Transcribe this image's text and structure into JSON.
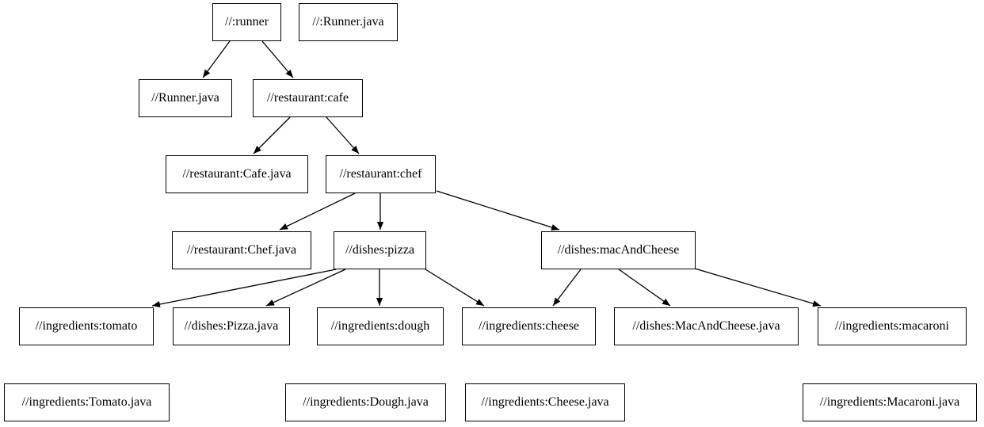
{
  "diagram": {
    "type": "dependency-graph",
    "background_color": "#ffffff",
    "node_fill_color": "#ffffff",
    "node_border_color": "#000000",
    "text_color": "#000000",
    "edge_color": "#000000",
    "nodes": [
      {
        "id": "runner",
        "label": "//:runner"
      },
      {
        "id": "runner-java-root",
        "label": "//:Runner.java"
      },
      {
        "id": "runner-java",
        "label": "//Runner.java"
      },
      {
        "id": "cafe",
        "label": "//restaurant:cafe"
      },
      {
        "id": "cafe-java",
        "label": "//restaurant:Cafe.java"
      },
      {
        "id": "chef",
        "label": "//restaurant:chef"
      },
      {
        "id": "chef-java",
        "label": "//restaurant:Chef.java"
      },
      {
        "id": "pizza",
        "label": "//dishes:pizza"
      },
      {
        "id": "mac-and-cheese",
        "label": "//dishes:macAndCheese"
      },
      {
        "id": "tomato",
        "label": "//ingredients:tomato"
      },
      {
        "id": "pizza-java",
        "label": "//dishes:Pizza.java"
      },
      {
        "id": "dough",
        "label": "//ingredients:dough"
      },
      {
        "id": "cheese",
        "label": "//ingredients:cheese"
      },
      {
        "id": "mac-and-cheese-java",
        "label": "//dishes:MacAndCheese.java"
      },
      {
        "id": "macaroni",
        "label": "//ingredients:macaroni"
      },
      {
        "id": "tomato-java",
        "label": "//ingredients:Tomato.java"
      },
      {
        "id": "dough-java",
        "label": "//ingredients:Dough.java"
      },
      {
        "id": "cheese-java",
        "label": "//ingredients:Cheese.java"
      },
      {
        "id": "macaroni-java",
        "label": "//ingredients:Macaroni.java"
      }
    ],
    "edges": [
      {
        "from": "runner",
        "to": "runner-java"
      },
      {
        "from": "runner",
        "to": "cafe"
      },
      {
        "from": "cafe",
        "to": "cafe-java"
      },
      {
        "from": "cafe",
        "to": "chef"
      },
      {
        "from": "chef",
        "to": "chef-java"
      },
      {
        "from": "chef",
        "to": "pizza"
      },
      {
        "from": "chef",
        "to": "mac-and-cheese"
      },
      {
        "from": "pizza",
        "to": "tomato"
      },
      {
        "from": "pizza",
        "to": "pizza-java"
      },
      {
        "from": "pizza",
        "to": "dough"
      },
      {
        "from": "pizza",
        "to": "cheese"
      },
      {
        "from": "mac-and-cheese",
        "to": "cheese"
      },
      {
        "from": "mac-and-cheese",
        "to": "mac-and-cheese-java"
      },
      {
        "from": "mac-and-cheese",
        "to": "macaroni"
      }
    ]
  }
}
